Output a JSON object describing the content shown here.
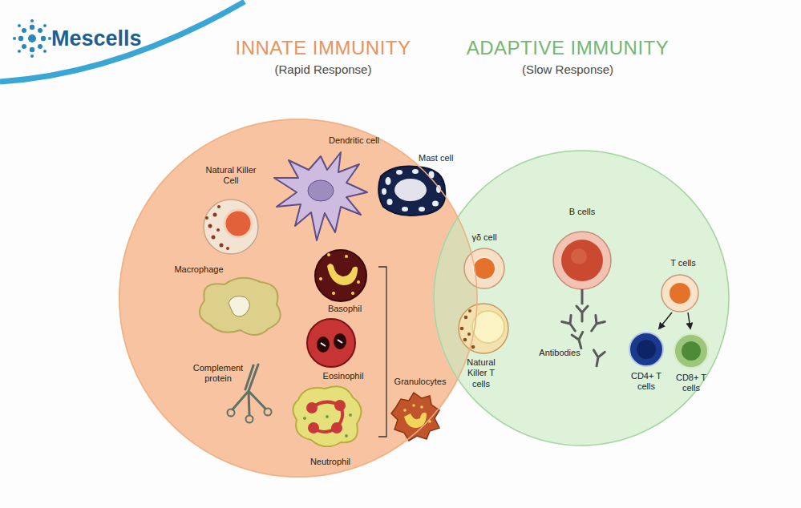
{
  "diagram": {
    "nodes": [
      {
        "text": [
          "INNATE IMMUNITY",
          "(Rapid Response)"
        ]
      },
      {
        "text": [
          "ADAPTIVE IMMUNITY",
          "(Slow Response)"
        ]
      }
    ],
    "labels": [
      "Mescells",
      "Natural Killer Cell",
      "Dendritic cell",
      "Mast cell",
      "Macrophage",
      "Basophil",
      "Eosinophil",
      "Complement protein",
      "Neutrophil",
      "Granulocytes",
      "γδ cell",
      "Natural Killer T cells",
      "B cells",
      "Antibodies",
      "T cells",
      "CD4+ T cells",
      "CD8+ T cells"
    ]
  }
}
